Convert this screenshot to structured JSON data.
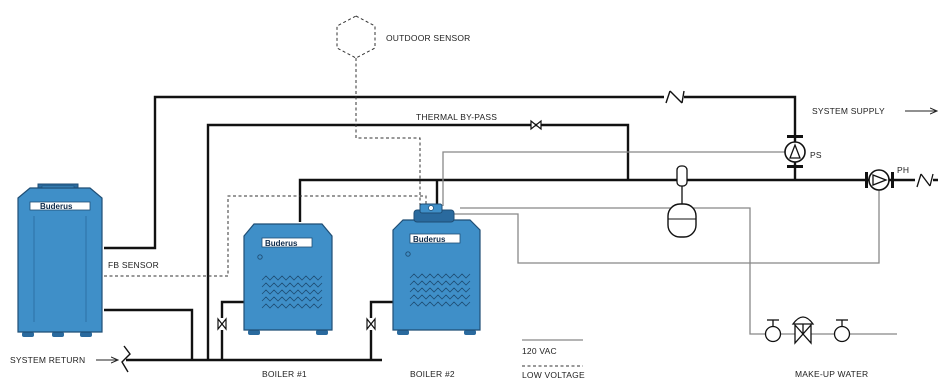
{
  "labels": {
    "outdoor_sensor": "OUTDOOR SENSOR",
    "thermal_bypass": "THERMAL BY-PASS",
    "system_supply": "SYSTEM SUPPLY",
    "system_return": "SYSTEM RETURN",
    "fb_sensor": "FB SENSOR",
    "ps": "PS",
    "ph": "PH",
    "boiler_1": "BOILER #1",
    "boiler_2": "BOILER #2",
    "make_up_water": "MAKE-UP WATER"
  },
  "legend": {
    "line_voltage": "120 VAC",
    "low_voltage": "LOW VOLTAGE"
  },
  "boilers": {
    "large": {
      "brand": "Buderus"
    },
    "boiler_1": {
      "brand": "Buderus"
    },
    "boiler_2": {
      "brand": "Buderus"
    }
  },
  "colors": {
    "boiler_body": "#3f8fc8",
    "boiler_dark": "#2a6a9e",
    "boiler_edge": "#1f4e75",
    "pipe": "#111111",
    "control_wire": "#888888"
  }
}
